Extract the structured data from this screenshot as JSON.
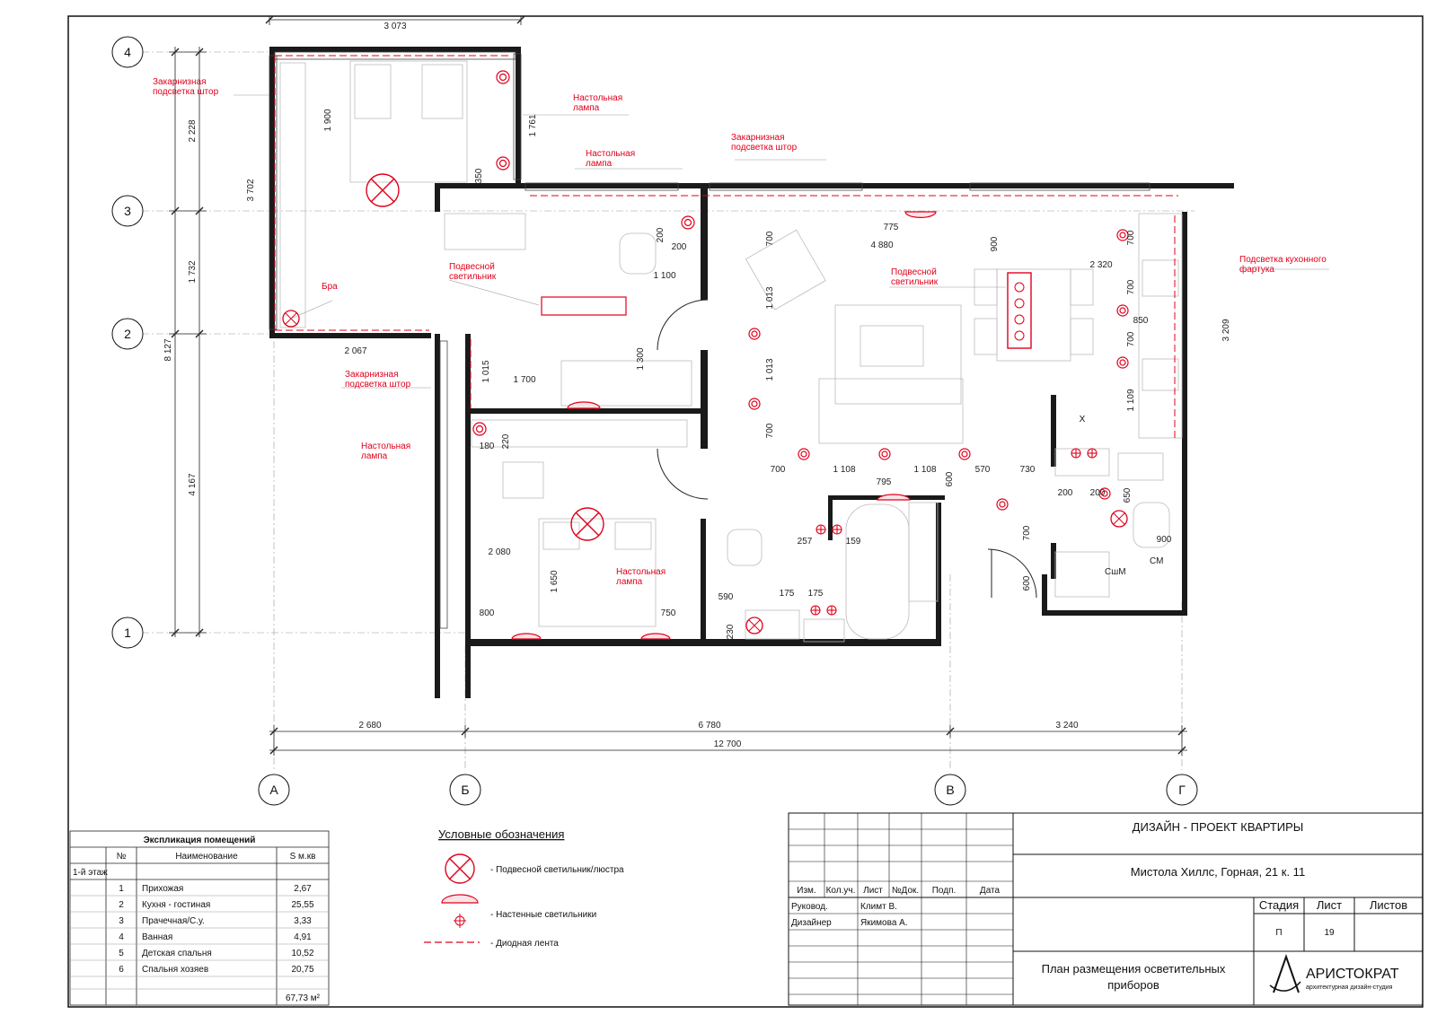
{
  "grid": {
    "rows": [
      "4",
      "3",
      "2",
      "1"
    ],
    "cols": [
      "А",
      "Б",
      "В",
      "Г"
    ]
  },
  "dimensions": {
    "top_room_width": "3 073",
    "left_total": "8 127",
    "left_parts": [
      "2 228",
      "1 732",
      "4 167"
    ],
    "bottom_parts": [
      "2 680",
      "6 780",
      "3 240"
    ],
    "bottom_total": "12 700",
    "inner": [
      {
        "id": "d1900",
        "text": "1 900"
      },
      {
        "id": "d3702",
        "text": "3 702"
      },
      {
        "id": "d1761",
        "text": "1 761"
      },
      {
        "id": "d350",
        "text": "350"
      },
      {
        "id": "d2067",
        "text": "2 067"
      },
      {
        "id": "d200a",
        "text": "200"
      },
      {
        "id": "d200b",
        "text": "200"
      },
      {
        "id": "d1100",
        "text": "1 100"
      },
      {
        "id": "d775",
        "text": "775"
      },
      {
        "id": "d4880",
        "text": "4 880"
      },
      {
        "id": "d900a",
        "text": "900"
      },
      {
        "id": "d700a",
        "text": "700"
      },
      {
        "id": "d1013a",
        "text": "1 013"
      },
      {
        "id": "d1013b",
        "text": "1 013"
      },
      {
        "id": "d700b",
        "text": "700"
      },
      {
        "id": "d2320",
        "text": "2 320"
      },
      {
        "id": "d700c",
        "text": "700"
      },
      {
        "id": "d700d",
        "text": "700"
      },
      {
        "id": "d850",
        "text": "850"
      },
      {
        "id": "d700e",
        "text": "700"
      },
      {
        "id": "d1109",
        "text": "1 109"
      },
      {
        "id": "d3209",
        "text": "3 209"
      },
      {
        "id": "d1015",
        "text": "1 015"
      },
      {
        "id": "d1700",
        "text": "1 700"
      },
      {
        "id": "d1300",
        "text": "1 300"
      },
      {
        "id": "d180",
        "text": "180"
      },
      {
        "id": "d220",
        "text": "220"
      },
      {
        "id": "d700f",
        "text": "700"
      },
      {
        "id": "d1108a",
        "text": "1 108"
      },
      {
        "id": "d1108b",
        "text": "1 108"
      },
      {
        "id": "d600a",
        "text": "600"
      },
      {
        "id": "d570",
        "text": "570"
      },
      {
        "id": "d730",
        "text": "730"
      },
      {
        "id": "d795",
        "text": "795"
      },
      {
        "id": "d200c",
        "text": "200"
      },
      {
        "id": "d200d",
        "text": "200"
      },
      {
        "id": "d650",
        "text": "650"
      },
      {
        "id": "d900b",
        "text": "900"
      },
      {
        "id": "d700g",
        "text": "700"
      },
      {
        "id": "d600b",
        "text": "600"
      },
      {
        "id": "d257",
        "text": "257"
      },
      {
        "id": "d159",
        "text": "159"
      },
      {
        "id": "d2080",
        "text": "2 080"
      },
      {
        "id": "d1650",
        "text": "1 650"
      },
      {
        "id": "d800",
        "text": "800"
      },
      {
        "id": "d750",
        "text": "750"
      },
      {
        "id": "d590",
        "text": "590"
      },
      {
        "id": "d175a",
        "text": "175"
      },
      {
        "id": "d175b",
        "text": "175"
      },
      {
        "id": "d230",
        "text": "230"
      }
    ]
  },
  "annotations": [
    {
      "id": "curtain1",
      "lines": [
        "Закарнизная",
        "подсветка штор"
      ]
    },
    {
      "id": "tablelamp1",
      "lines": [
        "Настольная",
        "лампа"
      ]
    },
    {
      "id": "tablelamp2",
      "lines": [
        "Настольная",
        "лампа"
      ]
    },
    {
      "id": "curtain2",
      "lines": [
        "Закарнизная",
        "подсветка штор"
      ]
    },
    {
      "id": "pendant1",
      "lines": [
        "Подвесной",
        "светильник"
      ]
    },
    {
      "id": "sconce",
      "lines": [
        "Бра"
      ]
    },
    {
      "id": "pendant2",
      "lines": [
        "Подвесной",
        "светильник"
      ]
    },
    {
      "id": "kitchen",
      "lines": [
        "Подсветка кухонного",
        "фартука"
      ]
    },
    {
      "id": "curtain3",
      "lines": [
        "Закарнизная",
        "подсветка штор"
      ]
    },
    {
      "id": "tablelamp3",
      "lines": [
        "Настольная",
        "лампа"
      ]
    },
    {
      "id": "tablelamp4",
      "lines": [
        "Настольная",
        "лампа"
      ]
    }
  ],
  "plan_marks": {
    "x_mark": "X",
    "sm": "СМ",
    "sshm": "СшМ"
  },
  "explication": {
    "title": "Экспликация помещений",
    "headers": [
      "№",
      "Наименование",
      "S м.кв"
    ],
    "floor": "1-й этаж",
    "rows": [
      {
        "n": "1",
        "name": "Прихожая",
        "s": "2,67"
      },
      {
        "n": "2",
        "name": "Кухня - гостиная",
        "s": "25,55"
      },
      {
        "n": "3",
        "name": "Прачечная/С.у.",
        "s": "3,33"
      },
      {
        "n": "4",
        "name": "Ванная",
        "s": "4,91"
      },
      {
        "n": "5",
        "name": "Детская спальня",
        "s": "10,52"
      },
      {
        "n": "6",
        "name": "Спальня хозяев",
        "s": "20,75"
      }
    ],
    "total": "67,73 м²"
  },
  "legend": {
    "title": "Условные обозначения",
    "items": [
      {
        "id": "pendant",
        "label": "- Подвесной светильник/люстра"
      },
      {
        "id": "wall",
        "label": "- Настенные светильники"
      },
      {
        "id": "led",
        "label": "- Диодная лента"
      }
    ]
  },
  "title_block": {
    "project": "ДИЗАЙН - ПРОЕКТ КВАРТИРЫ",
    "address": "Мистола Хиллс, Горная, 21 к. 11",
    "headers": [
      "Изм.",
      "Кол.уч.",
      "Лист",
      "№Док.",
      "Подп.",
      "Дата"
    ],
    "people": [
      {
        "role": "Руковод.",
        "name": "Климт В."
      },
      {
        "role": "Дизайнер",
        "name": "Якимова А."
      }
    ],
    "stage_label": "Стадия",
    "sheet_label": "Лист",
    "sheets_label": "Листов",
    "stage": "П",
    "sheet": "19",
    "sheets": "",
    "drawing_title": [
      "План размещения осветительных",
      "приборов"
    ],
    "logo_name": "АРИСТОКРАТ",
    "logo_sub": "архитектурная дизайн-студия"
  },
  "colors": {
    "accent": "#e0001b",
    "line": "#222222",
    "wall": "#1a1a1a"
  }
}
